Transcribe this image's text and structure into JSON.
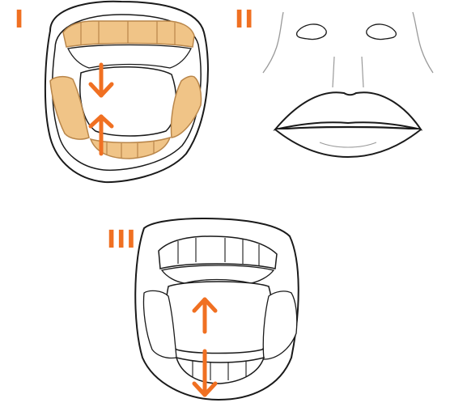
{
  "panels": [
    {
      "id": "I",
      "label": "I",
      "state": "mouth-open-teeth-highlighted",
      "arrows": "converging"
    },
    {
      "id": "II",
      "label": "II",
      "state": "mouth-closed"
    },
    {
      "id": "III",
      "label": "III",
      "state": "mouth-open-wide",
      "arrows": "diverging"
    }
  ],
  "colors": {
    "accent": "#f07022",
    "teeth_highlight": "#f0c487",
    "teeth_highlight_stroke": "#b9864a",
    "line": "#1a1a1a",
    "faint_line": "#9a9a9a",
    "background": "#ffffff"
  }
}
